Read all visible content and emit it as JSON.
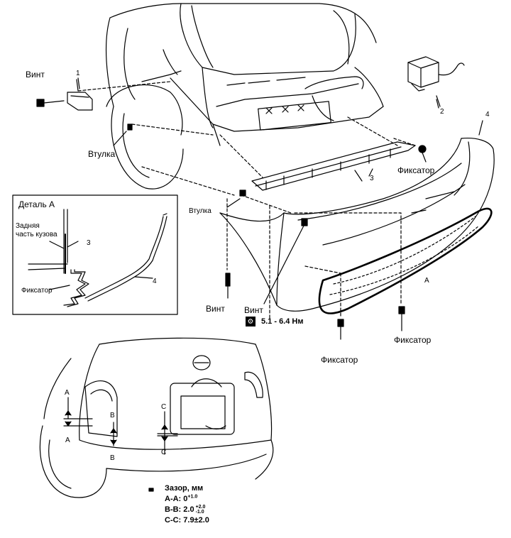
{
  "labels": {
    "screw_left": "Винт",
    "part_1": "1",
    "bushing_left": "Втулка",
    "part_2": "2",
    "part_3": "3",
    "part_4": "4",
    "retainer_right": "Фиксатор",
    "bushing_center": "Втулка",
    "screw_bottom": "Винт",
    "screw_center": "Винт",
    "retainer_bottom_left": "Фиксатор",
    "retainer_bottom_right": "Фиксатор",
    "label_A": "A"
  },
  "torque": {
    "icon": "torque-wrench-icon",
    "value": "5.1 - 6.4 Нм"
  },
  "detail": {
    "title": "Деталь A",
    "body_label_line1": "Задняя",
    "body_label_line2": "часть кузова",
    "part_3": "3",
    "retainer": "Фиксатор",
    "part_4": "4"
  },
  "bottom_view": {
    "marker_A_top": "A",
    "marker_A_bottom": "A",
    "marker_B_top": "B",
    "marker_B_bottom": "B",
    "marker_C_top": "C",
    "marker_C_bottom": "C"
  },
  "gap": {
    "title": "Зазор, мм",
    "aa_label": "A-A: 0",
    "aa_sup": "+1.0",
    "bb_label": "B-B: 2.0",
    "bb_sup": "+2.0",
    "bb_sub": "-1.0",
    "cc_label": "C-C: 7.9±2.0"
  }
}
